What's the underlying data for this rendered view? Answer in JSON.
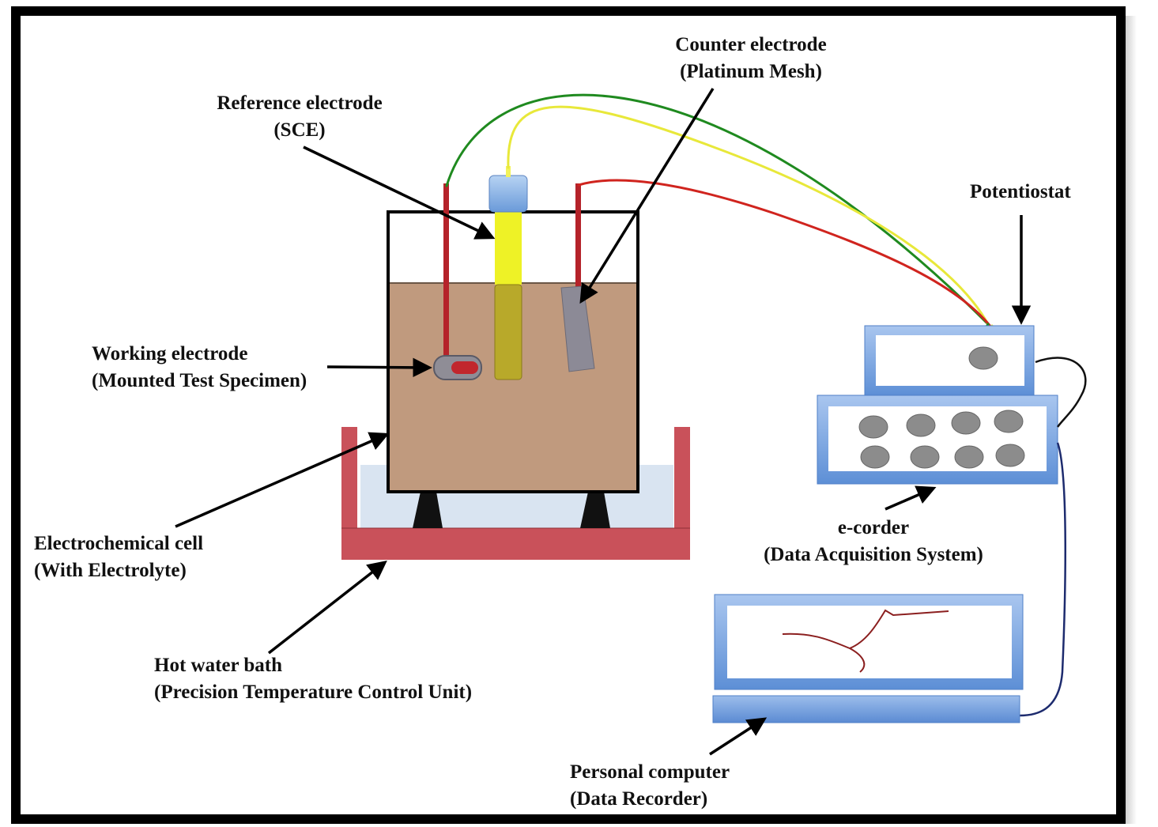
{
  "labels": {
    "counter_electrode": {
      "line1": "Counter electrode",
      "line2": "(Platinum Mesh)"
    },
    "reference_electrode": {
      "line1": "Reference electrode",
      "line2": "(SCE)"
    },
    "potentiostat": {
      "line1": "Potentiostat"
    },
    "working_electrode": {
      "line1": "Working electrode",
      "line2": "(Mounted Test Specimen)"
    },
    "electrochemical_cell": {
      "line1": "Electrochemical cell",
      "line2": "(With Electrolyte)"
    },
    "e_corder": {
      "line1": "e-corder",
      "line2": "(Data Acquisition System)"
    },
    "hot_water_bath": {
      "line1": "Hot water bath",
      "line2": "(Precision Temperature Control Unit)"
    },
    "personal_computer": {
      "line1": "Personal computer",
      "line2": "(Data Recorder)"
    }
  },
  "colors": {
    "electrolyte": "#c09a7e",
    "bath_red": "#c9515a",
    "bath_water": "#d9e4f1",
    "wire_green": "#1f8a1f",
    "wire_yellow": "#e8e83a",
    "wire_red": "#d0241e",
    "device_blue": "#7fa6dc",
    "knob_gray": "#8c8c8c"
  }
}
